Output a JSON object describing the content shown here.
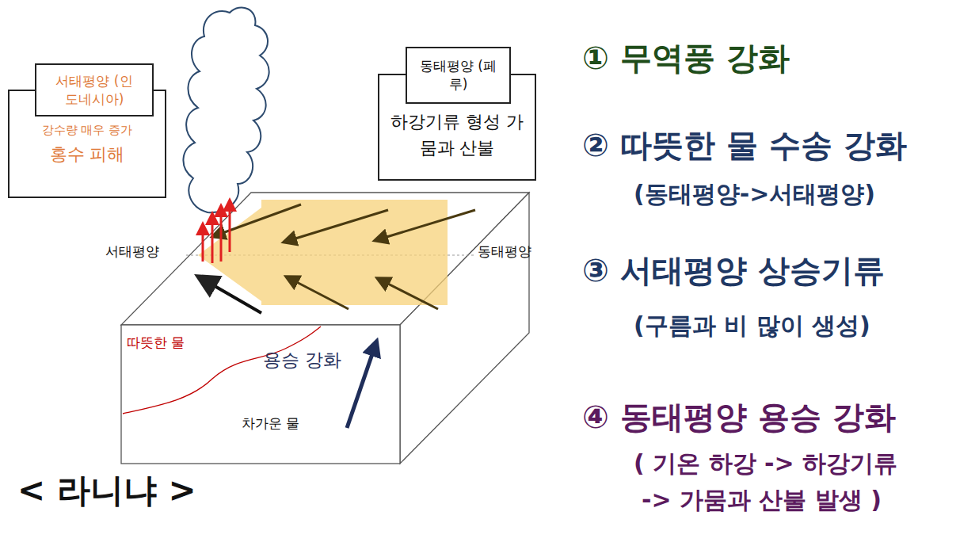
{
  "diagram": {
    "title": "< 라니냐 >",
    "nodes": [
      {
        "text": [
          "강수량 매우 증가",
          "홍수 피해"
        ]
      },
      {
        "text": [
          "서태평양 (인도네시아)"
        ],
        "in": 0
      },
      {
        "text": [
          "하강기류 형성 가뭄과 산불"
        ]
      },
      {
        "text": [
          "동태평양 (페루)"
        ],
        "in": 2
      }
    ],
    "labels": [
      "서태평양",
      "동태평양",
      "따뜻한 물",
      "용승 강화",
      "차가운 물",
      "① 무역풍 강화",
      "② 따뜻한 물 수송 강화",
      "(동태평양->서태평양)",
      "③ 서태평양 상승기류",
      "(구름과 비 많이 생성)",
      "④ 동태평양 용승 강화",
      "( 기온 하강 -> 하강기류",
      "-> 가뭄과 산불 발생 )"
    ]
  }
}
